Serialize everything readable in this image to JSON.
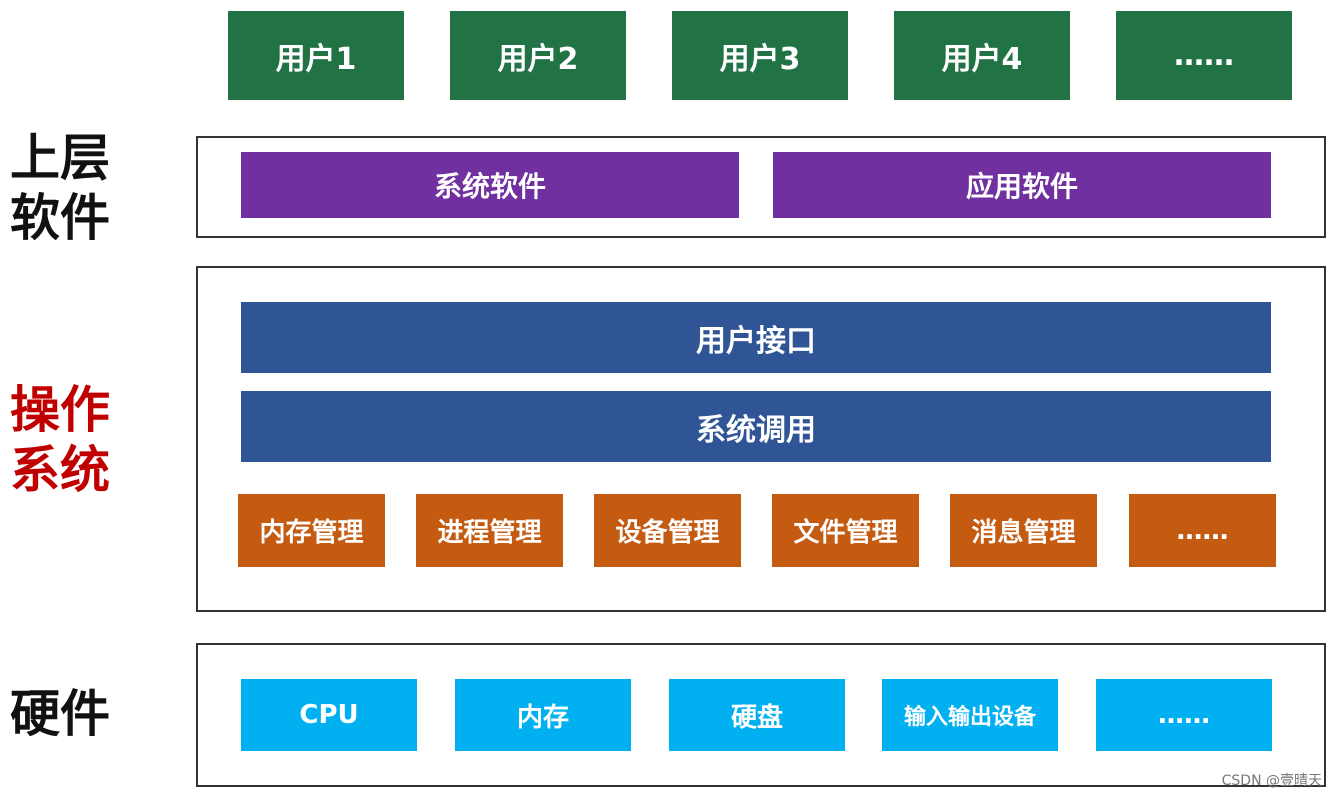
{
  "colors": {
    "user": "#217346",
    "software": "#7030a0",
    "os_layer": "#2f5597",
    "module": "#c55a11",
    "hardware": "#00b0f0",
    "label_black": "#111111",
    "label_red": "#c00000",
    "frame": "#333333"
  },
  "users": [
    "用户1",
    "用户2",
    "用户3",
    "用户4",
    "……"
  ],
  "upper_software": {
    "label_lines": [
      "上层",
      "软件"
    ],
    "items": [
      "系统软件",
      "应用软件"
    ]
  },
  "operating_system": {
    "label_lines": [
      "操作",
      "系统"
    ],
    "layers": [
      "用户接口",
      "系统调用"
    ],
    "modules": [
      "内存管理",
      "进程管理",
      "设备管理",
      "文件管理",
      "消息管理",
      "……"
    ]
  },
  "hardware": {
    "label_lines": [
      "硬件"
    ],
    "items": [
      "CPU",
      "内存",
      "硬盘",
      "输入输出设备",
      "……"
    ]
  },
  "watermark": "CSDN @壹晴天"
}
